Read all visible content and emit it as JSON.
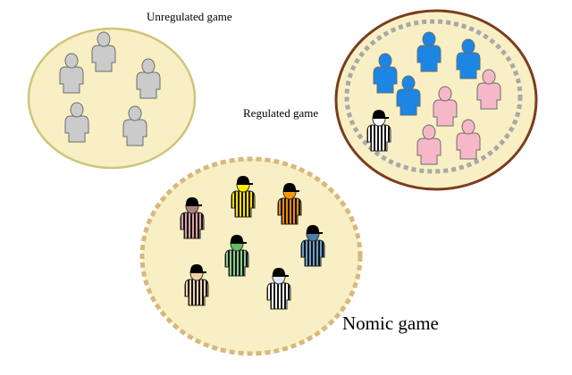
{
  "labels": {
    "unregulated": "Unregulated game",
    "regulated": "Regulated game",
    "nomic": "Nomic game"
  },
  "colors": {
    "field_fill": "#f8f0c4",
    "unregulated_border": "#cfc47a",
    "regulated_border": "#7a3c1e",
    "regulated_inner_dash": "#a8a8a8",
    "nomic_border": "#d8b87c",
    "person_grey": "#cbcbcb",
    "person_blue": "#1c86e4",
    "person_pink": "#f6b8c8"
  },
  "groups": {
    "unregulated": {
      "players": [
        "grey",
        "grey",
        "grey",
        "grey",
        "grey"
      ]
    },
    "regulated": {
      "players": [
        "blue",
        "blue",
        "blue",
        "blue",
        "pink",
        "pink",
        "pink",
        "pink"
      ],
      "referee": {
        "head": "#ffffff",
        "stripe": "#ffffff"
      }
    },
    "nomic": {
      "referees": [
        {
          "head": "#ffee00",
          "stripe": "#ffe000"
        },
        {
          "head": "#ff9800",
          "stripe": "#f08c00"
        },
        {
          "head": "#b08080",
          "stripe": "#d8a0a0"
        },
        {
          "head": "#60c060",
          "stripe": "#88d088"
        },
        {
          "head": "#4a7fa8",
          "stripe": "#6a9ec8"
        },
        {
          "head": "#f0d0a0",
          "stripe": "#f0d4b0"
        },
        {
          "head": "#e0e8ff",
          "stripe": "#ffffff"
        }
      ]
    }
  }
}
